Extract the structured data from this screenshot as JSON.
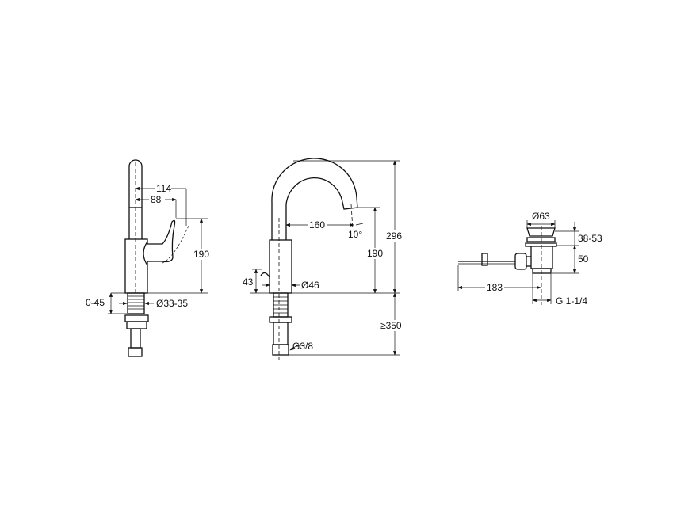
{
  "side_view": {
    "dim_114": "114",
    "dim_88": "88",
    "dim_190": "190",
    "dim_0_45": "0-45",
    "dim_d33_35": "Ø33-35"
  },
  "front_view": {
    "dim_160": "160",
    "dim_10deg": "10°",
    "dim_190": "190",
    "dim_296": "296",
    "dim_43": "43",
    "dim_d46": "Ø46",
    "dim_350": "≥350",
    "dim_g38": "G3/8"
  },
  "drain_view": {
    "dim_d63": "Ø63",
    "dim_38_53": "38-53",
    "dim_50": "50",
    "dim_183": "183",
    "dim_g114": "G 1-1/4"
  }
}
